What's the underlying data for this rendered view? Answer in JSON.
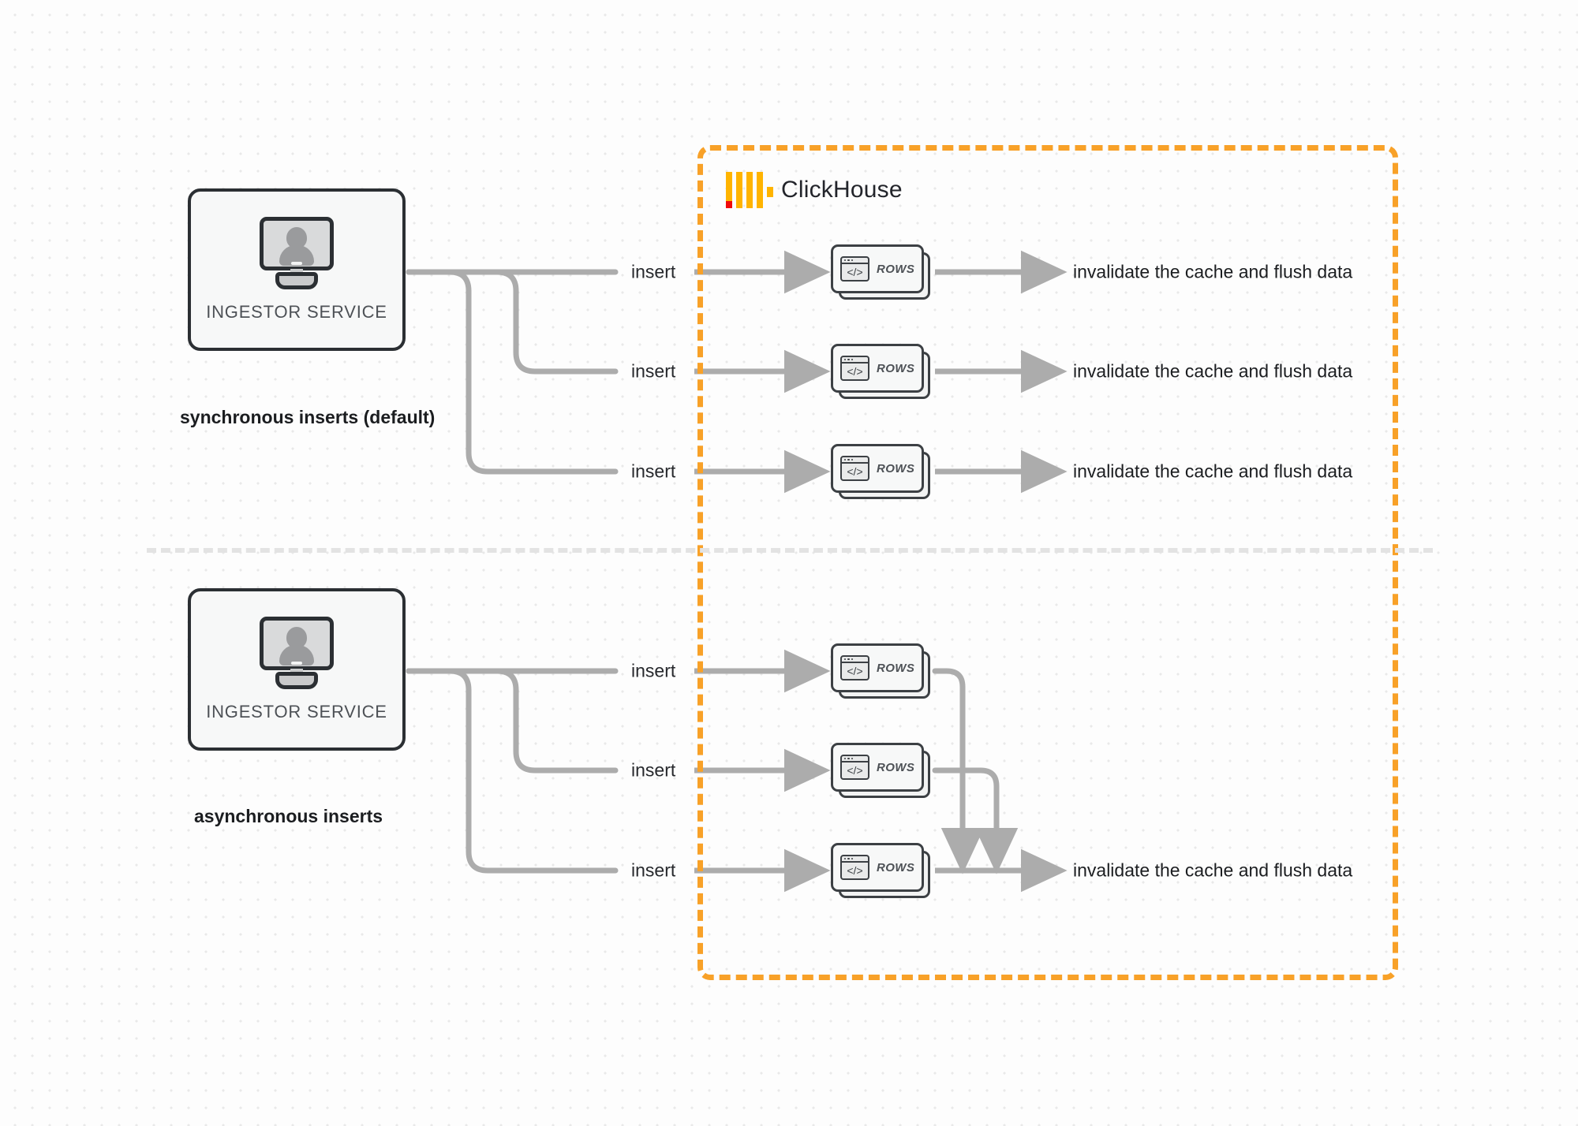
{
  "diagram": {
    "title": "ClickHouse synchronous vs asynchronous inserts",
    "colors": {
      "accent_orange": "#F8A128",
      "logo_orange": "#FFB400",
      "logo_red": "#F00A0A",
      "edge_gray": "#ACACAC",
      "node_border": "#2B2F33",
      "background": "#FDFDFD",
      "dot_grid": "#E9E9E9",
      "separator": "#E3E3E3"
    }
  },
  "clickhouse_container": {
    "brand_name": "ClickHouse",
    "logo_icon": "clickhouse-logo-icon"
  },
  "sections": [
    {
      "id": "synchronous",
      "caption": "synchronous inserts (default)",
      "source": {
        "label": "INGESTOR SERVICE",
        "icon": "monitor-user-icon"
      },
      "edges": [
        {
          "insert_label": "insert",
          "target_label": "ROWS",
          "outcome_label": "invalidate the cache and flush data"
        },
        {
          "insert_label": "insert",
          "target_label": "ROWS",
          "outcome_label": "invalidate the cache and flush data"
        },
        {
          "insert_label": "insert",
          "target_label": "ROWS",
          "outcome_label": "invalidate the cache and flush data"
        }
      ]
    },
    {
      "id": "asynchronous",
      "caption": "asynchronous inserts",
      "source": {
        "label": "INGESTOR SERVICE",
        "icon": "monitor-user-icon"
      },
      "edges": [
        {
          "insert_label": "insert",
          "target_label": "ROWS"
        },
        {
          "insert_label": "insert",
          "target_label": "ROWS"
        },
        {
          "insert_label": "insert",
          "target_label": "ROWS"
        }
      ],
      "merged_outcome_label": "invalidate the cache and flush data"
    }
  ],
  "window_icon": {
    "glyph": "</>"
  }
}
